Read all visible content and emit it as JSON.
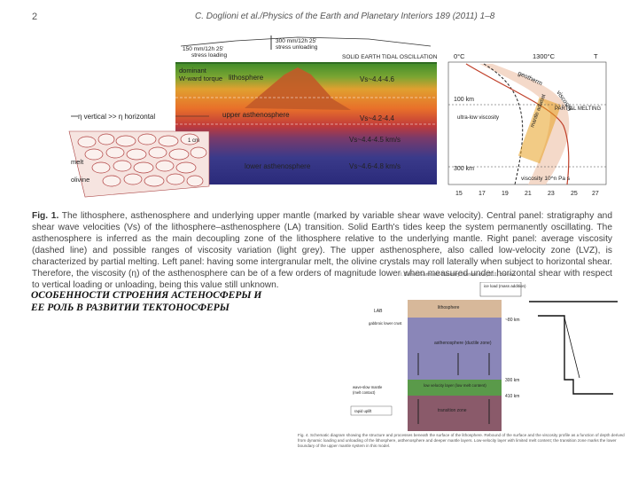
{
  "page": {
    "number": "2",
    "running_header": "C. Doglioni et al./Physics of the Earth and Planetary Interiors 189 (2011) 1–8"
  },
  "fig1": {
    "tidal_annot_1": "300 mm/12h 25'",
    "tidal_annot_2": "stress unloading",
    "tidal_annot_3": "150 mm/12h 25'",
    "tidal_annot_4": "stress loading",
    "solid_tide": "SOLID EARTH TIDAL OSCILLATION",
    "dominant_torque_1": "dominant",
    "dominant_torque_2": "W-ward torque",
    "lithosphere": "lithosphere",
    "vs_lith": "Vs~4.4-4.6",
    "upper_asthenosphere": "upper asthenosphere",
    "vs_upper": "Vs~4.2-4.4",
    "vs_mid": "Vs~4.4-4.5 km/s",
    "lower_asthenosphere": "lower asthenosphere",
    "vs_lower": "Vs~4.6-4.8 km/s",
    "eta_label": "η vertical >> η horizontal",
    "scale_1cm": "1 cm",
    "melt": "melt",
    "olivine": "olivine",
    "temp_0": "0°C",
    "temp_1300": "1300°C",
    "temp_T": "T",
    "geotherm": "geotherm",
    "viscosity": "viscosity",
    "depth_100": "100 km",
    "partial_melting": "PARTIAL MELTING",
    "ultra_low": "ultra-low viscosity",
    "mantle_adiabat": "mantle adiabat",
    "depth_300": "300 km",
    "visc_axis": "viscosity 10^n Pa s",
    "visc_ticks": [
      "15",
      "17",
      "19",
      "21",
      "23",
      "25",
      "27"
    ]
  },
  "caption": {
    "label": "Fig. 1.",
    "text": "The lithosphere, asthenosphere and underlying upper mantle (marked by variable shear wave velocity). Central panel: stratigraphy and shear wave velocities (Vs) of the lithosphere–asthenosphere (LA) transition. Solid Earth's tides keep the system permanently oscillating. The asthenosphere is inferred as the main decoupling zone of the lithosphere relative to the underlying mantle. Right panel: average viscosity (dashed line) and possible ranges of viscosity variation (light grey). The upper asthenosphere, also called low-velocity zone (LVZ), is characterized by partial melting. Left panel: having some intergranular melt, the olivine crystals may roll laterally when subject to horizontal shear. Therefore, the viscosity (η) of the asthenosphere can be of a few orders of magnitude lower when measured under horizontal shear with respect to vertical loading or unloading, being this value still unknown."
  },
  "title_ru": {
    "line1": "ОСОБЕННОСТИ СТРОЕНИЯ АСТЕНОСФЕРЫ И",
    "line2": "ЕЕ РОЛЬ В РАЗВИТИИ ТЕКТОНОСФЕРЫ"
  },
  "fig2": {
    "header": "I. Authors/Earth and Planetary Interiors xxx (2011) xxx–xxx",
    "ice_load": "ice load (mass addition)",
    "lithosphere": "lithosphere",
    "lab": "LAB",
    "gabbro": "gabbroic lower crust",
    "asthenosphere": "asthenosphere (ductile zone)",
    "low_velocity": "low velocity layer (low melt content)",
    "transition": "transition zone",
    "depth_80": "~80 km",
    "depth_300": "300 km",
    "depth_410": "410 km",
    "rapid_uplift": "rapid uplift",
    "wave_speed": "wave-slow mantle",
    "melt_contact": "(melt contact)",
    "caption_text": "Fig. 4. Schematic diagram showing the structure and processes beneath the surface of the lithosphere. Rebound of the surface and the viscosity profile as a function of depth derived from dynamic loading and unloading of the lithosphere, asthenosphere and deeper mantle layers. Low-velocity layer with limited melt content; the transition zone marks the lower boundary of the upper mantle system in this model."
  },
  "colors": {
    "lith_green": "#4a8a2a",
    "orange": "#e0702a",
    "lower_blue": "#2a2a7a",
    "fig2_blue": "#8a86b8",
    "fig2_green": "#5a9a4a",
    "fig2_brown": "#8a5a4a"
  }
}
